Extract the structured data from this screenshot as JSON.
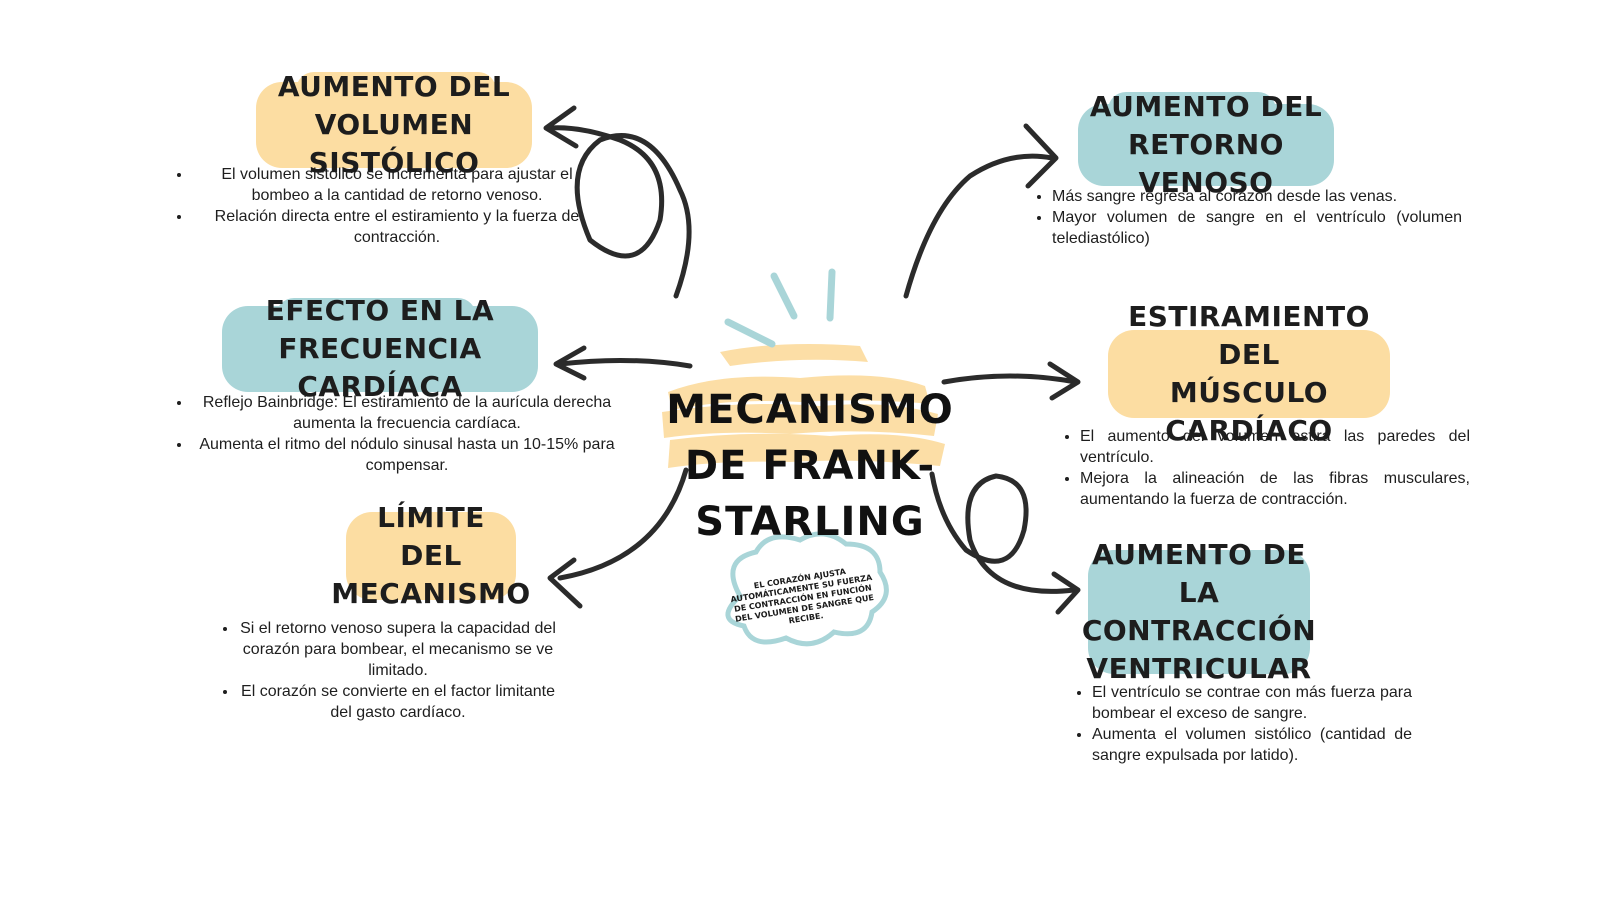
{
  "center": {
    "title_lines": [
      "MECANISMO",
      "DE FRANK-",
      "STARLING"
    ],
    "cloud_text": "EL CORAZÓN AJUSTA AUTOMÁTICAMENTE SU FUERZA DE CONTRACCIÓN EN FUNCIÓN DEL VOLUMEN DE SANGRE QUE RECIBE."
  },
  "colors": {
    "yellow": "#fcdda2",
    "blue": "#a9d5d8",
    "ink": "#1e1e1e"
  },
  "nodes": {
    "volumen": {
      "title_lines": [
        "AUMENTO DEL",
        "VOLUMEN SISTÓLICO"
      ],
      "bullets": [
        "El volumen sistólico se incrementa para ajustar el bombeo a la cantidad de retorno venoso.",
        "Relación directa entre el estiramiento y la fuerza de contracción."
      ]
    },
    "frecuencia": {
      "title_lines": [
        "EFECTO EN LA",
        "FRECUENCIA CARDÍACA"
      ],
      "bullets": [
        "Reflejo Bainbridge: El estiramiento de la aurícula derecha aumenta la frecuencia cardíaca.",
        "Aumenta el ritmo del nódulo sinusal hasta un 10-15% para compensar."
      ]
    },
    "limite": {
      "title_lines": [
        "LÍMITE DEL",
        "MECANISMO"
      ],
      "bullets": [
        "Si el retorno venoso supera la capacidad del corazón para bombear, el mecanismo se ve limitado.",
        "El corazón se convierte en el factor limitante del gasto cardíaco."
      ]
    },
    "retorno": {
      "title_lines": [
        "AUMENTO DEL",
        "RETORNO VENOSO"
      ],
      "bullets": [
        "Más sangre regresa al corazón desde las venas.",
        "Mayor volumen de sangre en el ventrículo (volumen telediastólico)"
      ]
    },
    "estiramiento": {
      "title_lines": [
        "ESTIRAMIENTO DEL",
        "MÚSCULO CARDÍACO"
      ],
      "bullets": [
        "El aumento del volumen estira las paredes del ventrículo.",
        "Mejora la alineación de las fibras musculares, aumentando la fuerza de contracción."
      ]
    },
    "contraccion": {
      "title_lines": [
        "AUMENTO DE LA",
        "CONTRACCIÓN",
        "VENTRICULAR"
      ],
      "bullets": [
        "El ventrículo se contrae con más fuerza para bombear el exceso de sangre.",
        "Aumenta el volumen sistólico (cantidad de sangre expulsada por latido)."
      ]
    }
  }
}
